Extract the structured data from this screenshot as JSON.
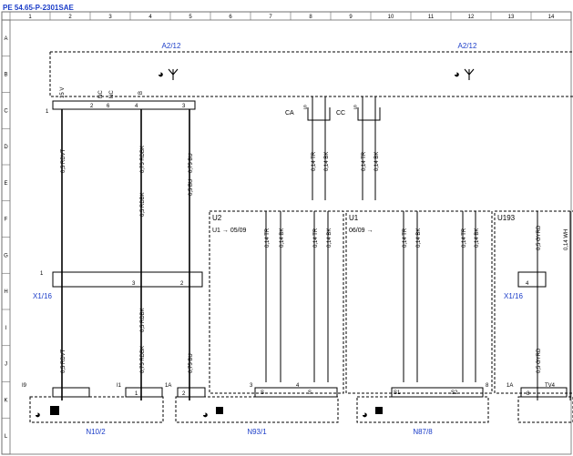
{
  "document": {
    "doc_id": "PE 54.65-P-2301SAE",
    "column_numbers": [
      "1",
      "2",
      "3",
      "4",
      "5",
      "6",
      "7",
      "8",
      "9",
      "10",
      "11",
      "12",
      "13",
      "14"
    ],
    "row_letters": [
      "A",
      "B",
      "C",
      "D",
      "E",
      "F",
      "G",
      "H",
      "I",
      "J",
      "K",
      "L"
    ]
  },
  "modules": {
    "a2_12_left": "A2/12",
    "a2_12_right": "A2/12",
    "u2": "U2",
    "u1": "U1",
    "u193": "U193",
    "u1_range": "U1 → 05/09",
    "u1_since": "06/09 →",
    "x1_16_left": "X1/16",
    "x1_16_right": "X1/16",
    "n10_2": "N10/2",
    "n93_1": "N93/1",
    "n87_8": "N87/8",
    "ca": "CA",
    "cc": "CC"
  },
  "pins": {
    "a2_top_1": "1",
    "a2_top_2": "2",
    "a2_top_6": "6",
    "a2_top_4": "4",
    "a2_top_3": "3",
    "a2_hdr_1": "15 V",
    "a2_hdr_2": "NC",
    "a2_hdr_6": "NC",
    "a2_hdr_4": "B",
    "a2_hdr_3": "31",
    "ca_s": "S",
    "cc_s": "S",
    "x116_1": "1",
    "x116_3": "3",
    "x116_2": "2",
    "x116_r4": "4",
    "n10_i9": "I9",
    "n10_i1": "I1",
    "n10_p1": "1",
    "n93_1a": "1A",
    "n93_2": "2",
    "n93_3": "3",
    "n93_4": "4",
    "n93_3s": "S",
    "n93_4s": "S",
    "n87_s1": "S1",
    "n87_s2": "S2",
    "n87_8": "8",
    "u193_1a": "1A",
    "u193_tv4": "TV4",
    "u193_8": "8"
  },
  "wires": {
    "rdvt_top": "0,5 RDVT",
    "rdbk_top": "0,75 RDBK",
    "rdbk_top2": "0,5 RDBK",
    "bu_top": "0,75 BU",
    "bu_top2": "0,5 BU",
    "rdvt_bot": "0,5 RDVT",
    "rdbk_bot": "0,75 RDBK",
    "rdbk_bot2": "0,5 RDBK",
    "bu_bot": "0,75 BU",
    "ca_tr": "0,14 TR",
    "ca_bk": "0,14 BK",
    "cc_tr": "0,14 TR",
    "cc_bk": "0,14 BK",
    "u2_tr1": "0,14 TR",
    "u2_bk1": "0,14 BK",
    "u2_tr2": "0,14 TR",
    "u2_bk2": "0,14 BK",
    "u1_tr1": "0,14 TR",
    "u1_bk1": "0,14 BK",
    "u1_tr2": "0,14 TR",
    "u1_bk2": "0,14 BK",
    "u193_gyrd_top": "0,5 GYRD",
    "u193_wh_top": "0,14 WH",
    "u193_gyrd_bot": "0,5 GYRD"
  }
}
